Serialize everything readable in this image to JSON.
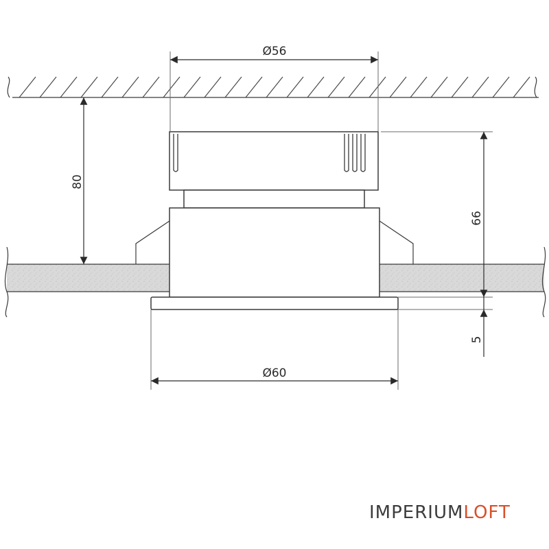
{
  "dimensions": {
    "top_diameter": "Ø56",
    "bottom_diameter": "Ø60",
    "depth_to_ceiling": "80",
    "body_height": "66",
    "flange_height": "5"
  },
  "brand": {
    "part1": "IMPERIUM",
    "part2": "LOFT",
    "accent_color": "#d94f2a"
  },
  "colors": {
    "line": "#3a3a3a",
    "plaster": "#d6d6d6"
  }
}
